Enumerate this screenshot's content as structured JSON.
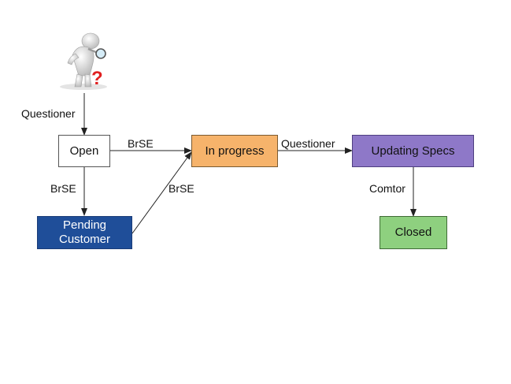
{
  "figure": {
    "icon": "person-with-magnifier-question-icon"
  },
  "nodes": {
    "open": {
      "label": "Open",
      "fill": "#ffffff",
      "text_color": "#111111"
    },
    "pending": {
      "line1": "Pending",
      "line2": "Customer",
      "fill": "#1f4e99",
      "text_color": "#ffffff"
    },
    "in_progress": {
      "label": "In progress",
      "fill": "#f6b36b",
      "text_color": "#111111"
    },
    "updating_specs": {
      "label": "Updating Specs",
      "fill": "#8e78c8",
      "text_color": "#111111"
    },
    "closed": {
      "label": "Closed",
      "fill": "#8ed07f",
      "text_color": "#111111"
    }
  },
  "edges": {
    "figure_to_open": "Questioner",
    "open_to_pending": "BrSE",
    "open_to_in_progress": "BrSE",
    "pending_to_in_progress": "BrSE",
    "in_progress_to_updating": "Questioner",
    "updating_to_closed": "Comtor"
  }
}
